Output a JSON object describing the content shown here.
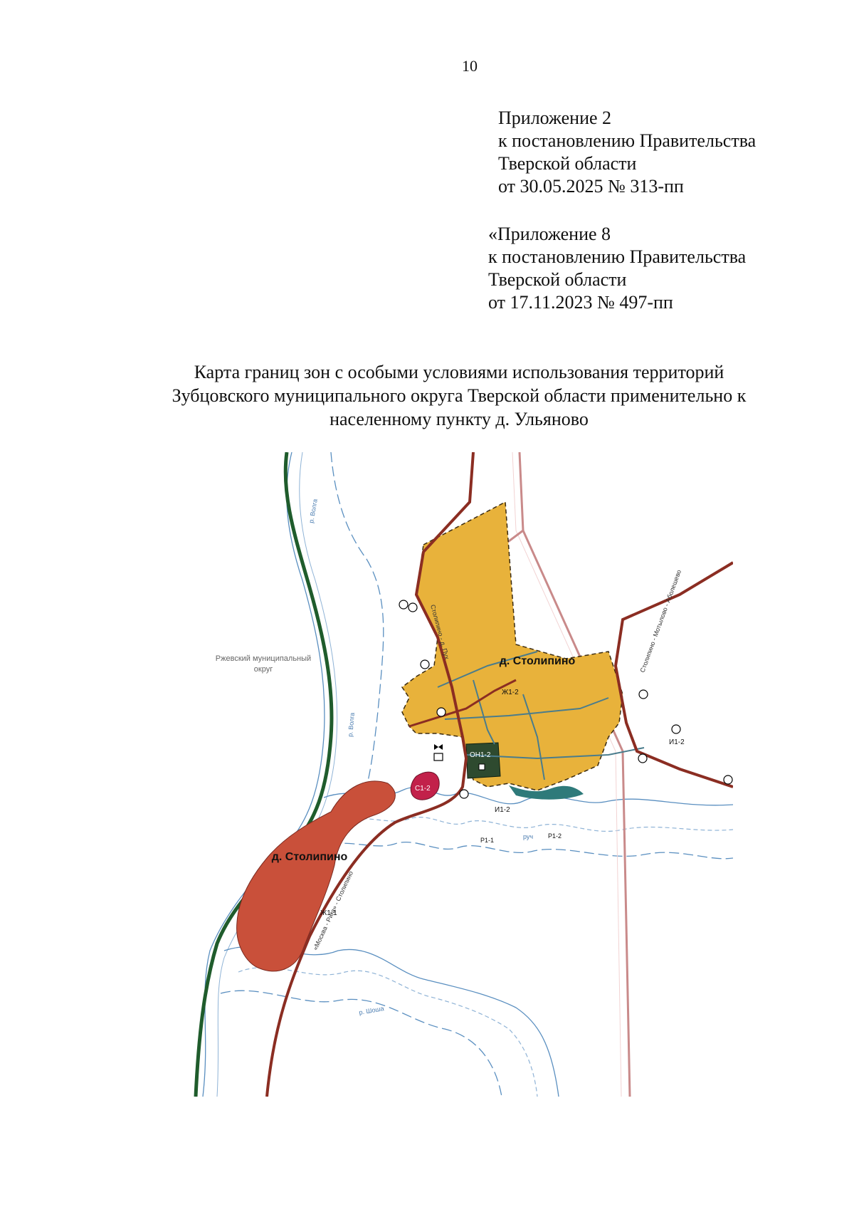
{
  "page": {
    "number": "10"
  },
  "annex_current": {
    "line1": "Приложение 2",
    "line2": "к постановлению Правительства",
    "line3": "Тверской области",
    "line4": "от 30.05.2025 № 313-пп"
  },
  "annex_original": {
    "line1": "«Приложение 8",
    "line2": "к постановлению Правительства",
    "line3": "Тверской области",
    "line4": "от 17.11.2023 № 497-пп"
  },
  "map_title": {
    "line1": "Карта границ зон с особыми условиями использования территорий",
    "line2": "Зубцовского муниципального округа Тверской области применительно к",
    "line3": "населенному пункту д. Ульяново"
  },
  "map": {
    "district_label_line1": "Ржевский муниципальный",
    "district_label_line2": "округ",
    "village_north": "д. Столипино",
    "village_south": "д. Столипино",
    "river_label_1": "р. Волга",
    "river_label_2": "р. Волга",
    "river_label_3": "р. Шоша",
    "creek_label": "руч",
    "road_label_east": "Столипино - Мотылово - Аболешево",
    "road_label_west": "Столипино - д. Пух",
    "road_label_south": "«Москва - Рига» - Столипино",
    "zone_zh1_2": "Ж1-2",
    "zone_zh1_1": "Ж1-1",
    "zone_i1_2": "И1-2",
    "zone_i1_2b": "И1-2",
    "zone_c1_2": "С1-2",
    "zone_on1_2": "ОН1-2",
    "zone_r1_2": "Р1-2",
    "zone_r1_1": "Р1-1",
    "colors": {
      "residential_north": "#e8b23b",
      "residential_south": "#c9503a",
      "special_zone": "#c2214a",
      "public_zone": "#2e4a2f",
      "river_main": "#1f5c2c",
      "road": "#8b2d22",
      "road_minor": "#c98a8a",
      "water_boundary": "#5a8fc0"
    }
  }
}
